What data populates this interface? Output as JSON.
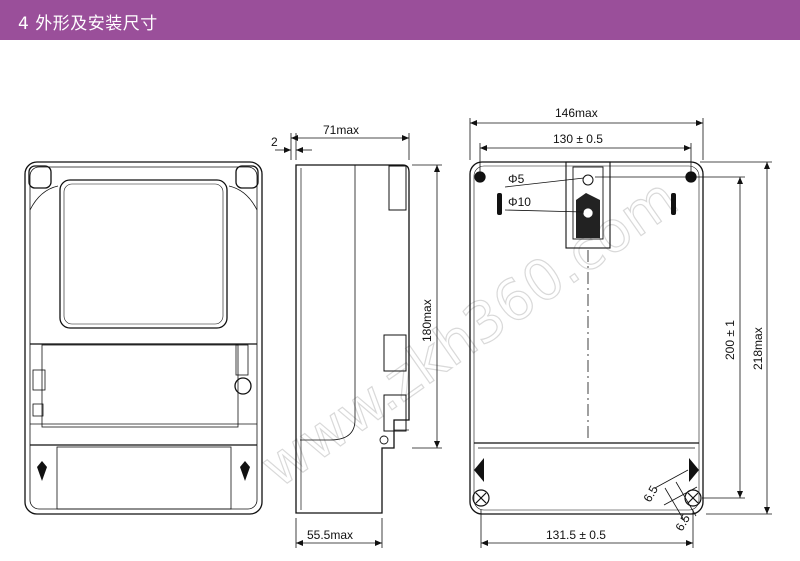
{
  "header": {
    "title": "4  外形及安装尺寸",
    "bg_color": "#9a4f9a"
  },
  "watermark": "www.zkh360.com",
  "side_view": {
    "top_width": "71max",
    "top_offset": "2",
    "height": "180max",
    "bottom_width": "55.5max"
  },
  "back_view": {
    "overall_width": "146max",
    "hole_spacing_top": "130 ± 0.5",
    "hole_d1": "Φ5",
    "hole_d2": "Φ10",
    "vertical_spacing": "200 ± 1",
    "overall_height": "218max",
    "hole_spacing_bottom": "131.5 ± 0.5",
    "slot_a": "6.5",
    "slot_b": "6.5"
  }
}
